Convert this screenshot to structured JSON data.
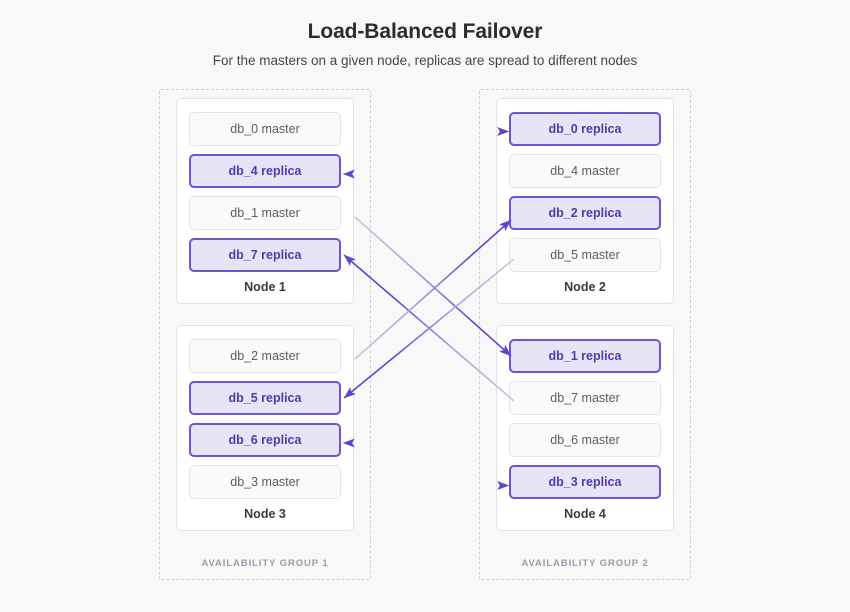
{
  "header": {
    "title": "Load-Balanced Failover",
    "subtitle": "For the masters on a given node, replicas are spread to different nodes"
  },
  "colors": {
    "background": "#f8f8f8",
    "replica_fill": "#e6e4f6",
    "replica_border": "#6a55d6",
    "replica_text": "#4b3fb0",
    "master_fill": "#fafafb",
    "master_border": "#e4e4ea",
    "master_text": "#5c5c66",
    "arrow_purple": "#5b47cf",
    "arrow_gray": "#c9c9d2",
    "group_border": "#cfcfd6",
    "group_label": "#9b9bab",
    "title_text": "#2b2b33"
  },
  "groups": [
    {
      "id": "ag1",
      "label": "AVAILABILITY GROUP 1"
    },
    {
      "id": "ag2",
      "label": "AVAILABILITY GROUP 2"
    }
  ],
  "nodes": [
    {
      "id": "node1",
      "label": "Node 1",
      "items": [
        {
          "label": "db_0 master",
          "role": "master",
          "db": "db_0"
        },
        {
          "label": "db_4 replica",
          "role": "replica",
          "db": "db_4"
        },
        {
          "label": "db_1 master",
          "role": "master",
          "db": "db_1"
        },
        {
          "label": "db_7 replica",
          "role": "replica",
          "db": "db_7"
        }
      ]
    },
    {
      "id": "node2",
      "label": "Node 2",
      "items": [
        {
          "label": "db_0 replica",
          "role": "replica",
          "db": "db_0"
        },
        {
          "label": "db_4 master",
          "role": "master",
          "db": "db_4"
        },
        {
          "label": "db_2 replica",
          "role": "replica",
          "db": "db_2"
        },
        {
          "label": "db_5 master",
          "role": "master",
          "db": "db_5"
        }
      ]
    },
    {
      "id": "node3",
      "label": "Node 3",
      "items": [
        {
          "label": "db_2 master",
          "role": "master",
          "db": "db_2"
        },
        {
          "label": "db_5 replica",
          "role": "replica",
          "db": "db_5"
        },
        {
          "label": "db_6 replica",
          "role": "replica",
          "db": "db_6"
        },
        {
          "label": "db_3 master",
          "role": "master",
          "db": "db_3"
        }
      ]
    },
    {
      "id": "node4",
      "label": "Node 4",
      "items": [
        {
          "label": "db_1 replica",
          "role": "replica",
          "db": "db_1"
        },
        {
          "label": "db_7 master",
          "role": "master",
          "db": "db_7"
        },
        {
          "label": "db_6 master",
          "role": "master",
          "db": "db_6"
        },
        {
          "label": "db_3 replica",
          "role": "replica",
          "db": "db_3"
        }
      ]
    }
  ],
  "connections": [
    {
      "db": "db_0",
      "from": "node1 db_0 master",
      "to": "node2 db_0 replica",
      "kind": "horizontal"
    },
    {
      "db": "db_4",
      "from": "node2 db_4 master",
      "to": "node1 db_4 replica",
      "kind": "horizontal"
    },
    {
      "db": "db_1",
      "from": "node1 db_1 master",
      "to": "node4 db_1 replica",
      "kind": "diagonal"
    },
    {
      "db": "db_7",
      "from": "node4 db_7 master",
      "to": "node1 db_7 replica",
      "kind": "diagonal"
    },
    {
      "db": "db_2",
      "from": "node3 db_2 master",
      "to": "node2 db_2 replica",
      "kind": "diagonal"
    },
    {
      "db": "db_5",
      "from": "node2 db_5 master",
      "to": "node3 db_5 replica",
      "kind": "diagonal"
    },
    {
      "db": "db_6",
      "from": "node4 db_6 master",
      "to": "node3 db_6 replica",
      "kind": "horizontal"
    },
    {
      "db": "db_3",
      "from": "node3 db_3 master",
      "to": "node4 db_3 replica",
      "kind": "horizontal"
    }
  ]
}
